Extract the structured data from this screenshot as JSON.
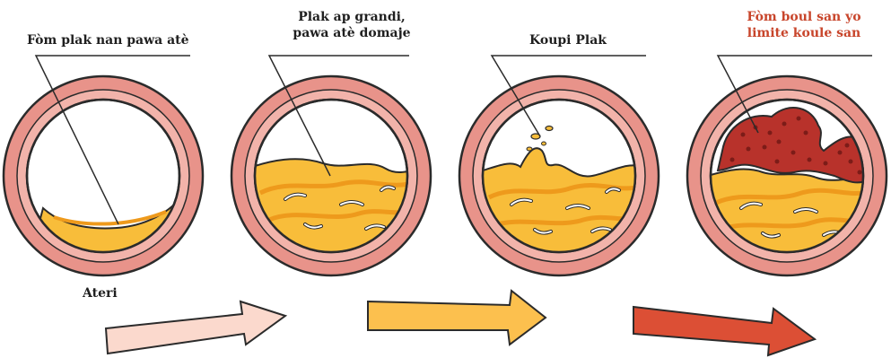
{
  "labels": {
    "stage1": "Fòm plak nan pawa atè",
    "stage2_line1": "Plak ap grandi,",
    "stage2_line2": "pawa atè domaje",
    "stage3": "Koupi Plak",
    "stage4_line1": "Fòm boul san yo",
    "stage4_line2": "limite koule san",
    "artery": "Ateri"
  },
  "colors": {
    "artery_outer": "#e8938a",
    "artery_inner_ring": "#f2b3aa",
    "outline": "#2b2b2b",
    "plaque_light": "#f8bd3a",
    "plaque_dark": "#ee9a1c",
    "clot": "#b8322b",
    "clot_dot": "#7c1c18",
    "arrow1": "#fbd9cd",
    "arrow2": "#fcc04e",
    "arrow3": "#dc4f35",
    "label_red": "#c8452b"
  }
}
